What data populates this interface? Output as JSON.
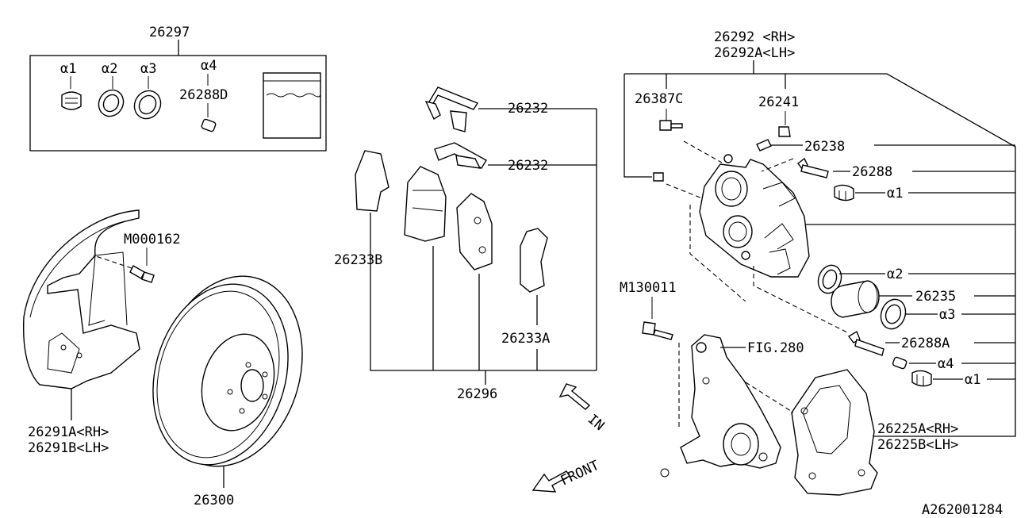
{
  "diagram_code": "A262001284",
  "labels": {
    "kit": "26297",
    "a1_kit": "α1",
    "a2_kit": "α2",
    "a3_kit": "α3",
    "a4_kit": "α4",
    "pin_kit": "26288D",
    "clip_upper": "26232",
    "clip_lower": "26232",
    "shim_b": "26233B",
    "shim_a": "26233A",
    "pad_set": "26296",
    "caliper_rh": "26292 <RH>",
    "caliper_lh": "26292A<LH>",
    "bolt_c": "26387C",
    "bleeder_cap": "26241",
    "bleeder": "26238",
    "guide_pin": "26288",
    "a1_right": "α1",
    "a2_right": "α2",
    "piston": "26235",
    "a3_right": "α3",
    "guide_pin_a": "26288A",
    "a4_right": "α4",
    "a1_right2": "α1",
    "support_rh": "26225A<RH>",
    "support_lh": "26225B<LH>",
    "fig_ref": "FIG.280",
    "bolt_m13": "M130011",
    "bolt_m0": "M000162",
    "cover_rh": "26291A<RH>",
    "cover_lh": "26291B<LH>",
    "rotor": "26300",
    "arrow_in": "IN",
    "arrow_front": "FRONT"
  },
  "icons": [
    "cover-icon",
    "rotor-icon",
    "pad-icon",
    "shim-icon",
    "clip-icon",
    "caliper-icon",
    "piston-icon",
    "seal-ring-icon",
    "boot-icon",
    "bolt-icon",
    "knuckle-icon",
    "support-icon",
    "arrow-in-icon",
    "arrow-front-icon"
  ]
}
